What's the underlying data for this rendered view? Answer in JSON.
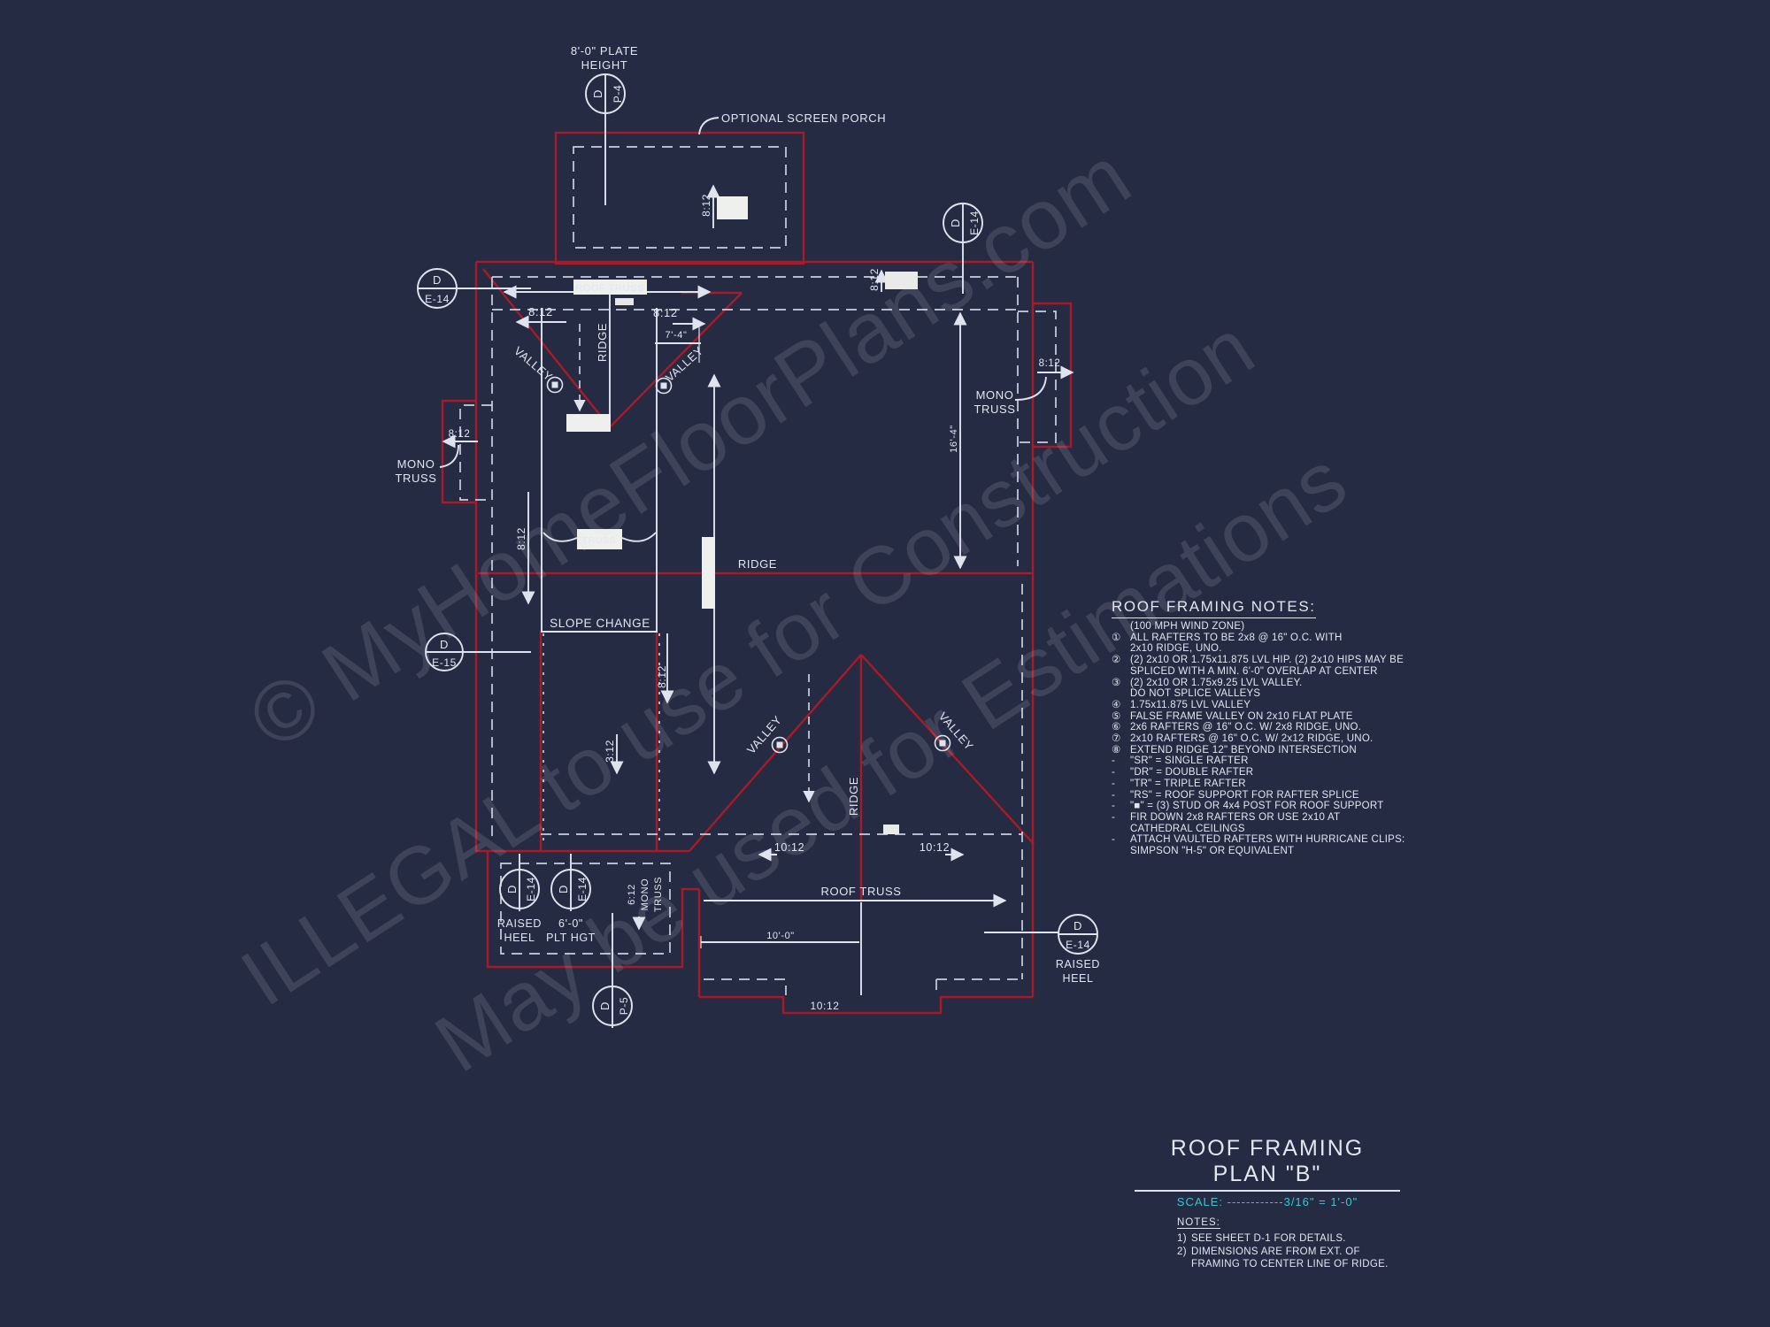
{
  "colors": {
    "background": "#252b42",
    "roof_line_red": "#a81a28",
    "line_white": "#dfe3ee",
    "text": "#e2e6f1",
    "scale_cyan": "#38c7cf",
    "watermark": "#98a5c6"
  },
  "watermark": {
    "line1": "© MyHomeFloorPlans.com",
    "line2": "ILLEGAL to use for Construction",
    "line3": "May be used for Estimations"
  },
  "plan": {
    "labels": {
      "plate_line1": "8'-0\" PLATE",
      "plate_line2": "HEIGHT",
      "optional_screen_porch": "OPTIONAL SCREEN PORCH",
      "slope_8_12": "8:12",
      "slope_3_12": "3:12",
      "slope_10_12": "10:12",
      "slope_6_12": "6:12",
      "ridge": "RIDGE",
      "valley": "VALLEY",
      "mono": "MONO",
      "truss": "TRUSS",
      "roof_truss": "ROOF TRUSS",
      "slope_change": "SLOPE CHANGE",
      "raised": "RAISED",
      "heel": "HEEL",
      "plt_height": "6'-0\"",
      "plt_hgt": "PLT HGT",
      "dim_7_4": "7'-4\"",
      "dim_16_4": "16'-4\"",
      "dim_10_0": "10'-0\"",
      "d": "D",
      "p4": "P-4",
      "p5": "P-5",
      "e14": "E-14",
      "e15": "E-15"
    }
  },
  "notes_panel": {
    "title": "ROOF FRAMING NOTES:",
    "rows": [
      [
        "",
        "(100 MPH WIND ZONE)"
      ],
      [
        "①",
        "ALL RAFTERS TO BE 2x8 @ 16\" O.C. WITH"
      ],
      [
        "",
        "2x10 RIDGE, UNO."
      ],
      [
        "②",
        "(2) 2x10 OR 1.75x11.875 LVL HIP. (2) 2x10 HIPS MAY BE"
      ],
      [
        "",
        "SPLICED WITH A MIN. 6'-0\" OVERLAP AT CENTER"
      ],
      [
        "③",
        "(2) 2x10 OR 1.75x9.25 LVL VALLEY."
      ],
      [
        "",
        "DO NOT SPLICE VALLEYS"
      ],
      [
        "④",
        "1.75x11.875 LVL VALLEY"
      ],
      [
        "⑤",
        "FALSE FRAME VALLEY ON 2x10 FLAT PLATE"
      ],
      [
        "⑥",
        "2x6 RAFTERS @ 16\" O.C. W/ 2x8 RIDGE, UNO."
      ],
      [
        "⑦",
        "2x10 RAFTERS @ 16\" O.C. W/ 2x12 RIDGE, UNO."
      ],
      [
        "⑧",
        "EXTEND RIDGE 12\" BEYOND INTERSECTION"
      ],
      [
        "-",
        "\"SR\"  =  SINGLE RAFTER"
      ],
      [
        "-",
        "\"DR\" =  DOUBLE RAFTER"
      ],
      [
        "-",
        "\"TR\"  =  TRIPLE RAFTER"
      ],
      [
        "-",
        "\"RS\"  =  ROOF SUPPORT FOR RAFTER SPLICE"
      ],
      [
        "-",
        "\"■\"    =  (3) STUD OR 4x4 POST FOR ROOF SUPPORT"
      ],
      [
        "-",
        "FIR DOWN 2x8 RAFTERS OR USE 2x10 AT"
      ],
      [
        "",
        "CATHEDRAL CEILINGS"
      ],
      [
        "-",
        "ATTACH VAULTED RAFTERS WITH HURRICANE CLIPS:"
      ],
      [
        "",
        "SIMPSON \"H-5\" OR EQUIVALENT"
      ]
    ]
  },
  "title_block": {
    "title": "ROOF FRAMING PLAN \"B\"",
    "scale": "SCALE: ------------3/16\" = 1'-0\""
  },
  "footnotes": {
    "title": "NOTES:",
    "rows": [
      [
        "1)",
        "SEE SHEET D-1 FOR DETAILS."
      ],
      [
        "2)",
        "DIMENSIONS ARE FROM EXT. OF"
      ],
      [
        "",
        "FRAMING TO CENTER LINE OF RIDGE."
      ]
    ]
  }
}
